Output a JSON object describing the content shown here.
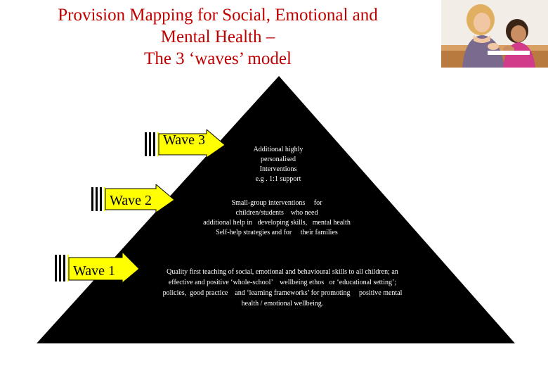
{
  "title": {
    "line1": "Provision Mapping for Social, Emotional and",
    "line2": "Mental Health –",
    "line3": "The 3 ‘waves’ model"
  },
  "photo": {
    "icon": "teacher-and-child-photo"
  },
  "colors": {
    "title": "#c00000",
    "pyramid": "#000000",
    "arrow": "#ffff00",
    "text": "#ffffff"
  },
  "waves": [
    {
      "label": "Wave 3",
      "description_lines": [
        "Additional highly",
        "personalised",
        "Interventions",
        "e.g . 1:1 support"
      ]
    },
    {
      "label": "Wave 2",
      "description_lines": [
        "Small-group interventions     for",
        "children/students    who need",
        "additional help in   developing skills,   mental health",
        "Self-help strategies and for     their families"
      ]
    },
    {
      "label": "Wave 1",
      "description_lines": [
        "Quality first teaching of social, emotional and behavioural skills to all children; an",
        "effective and positive ‘whole-school’    wellbeing ethos   or ‘educational setting’;",
        "policies,  good practice    and ‘learning frameworks’ for promoting     positive mental",
        "health / emotional wellbeing."
      ]
    }
  ]
}
